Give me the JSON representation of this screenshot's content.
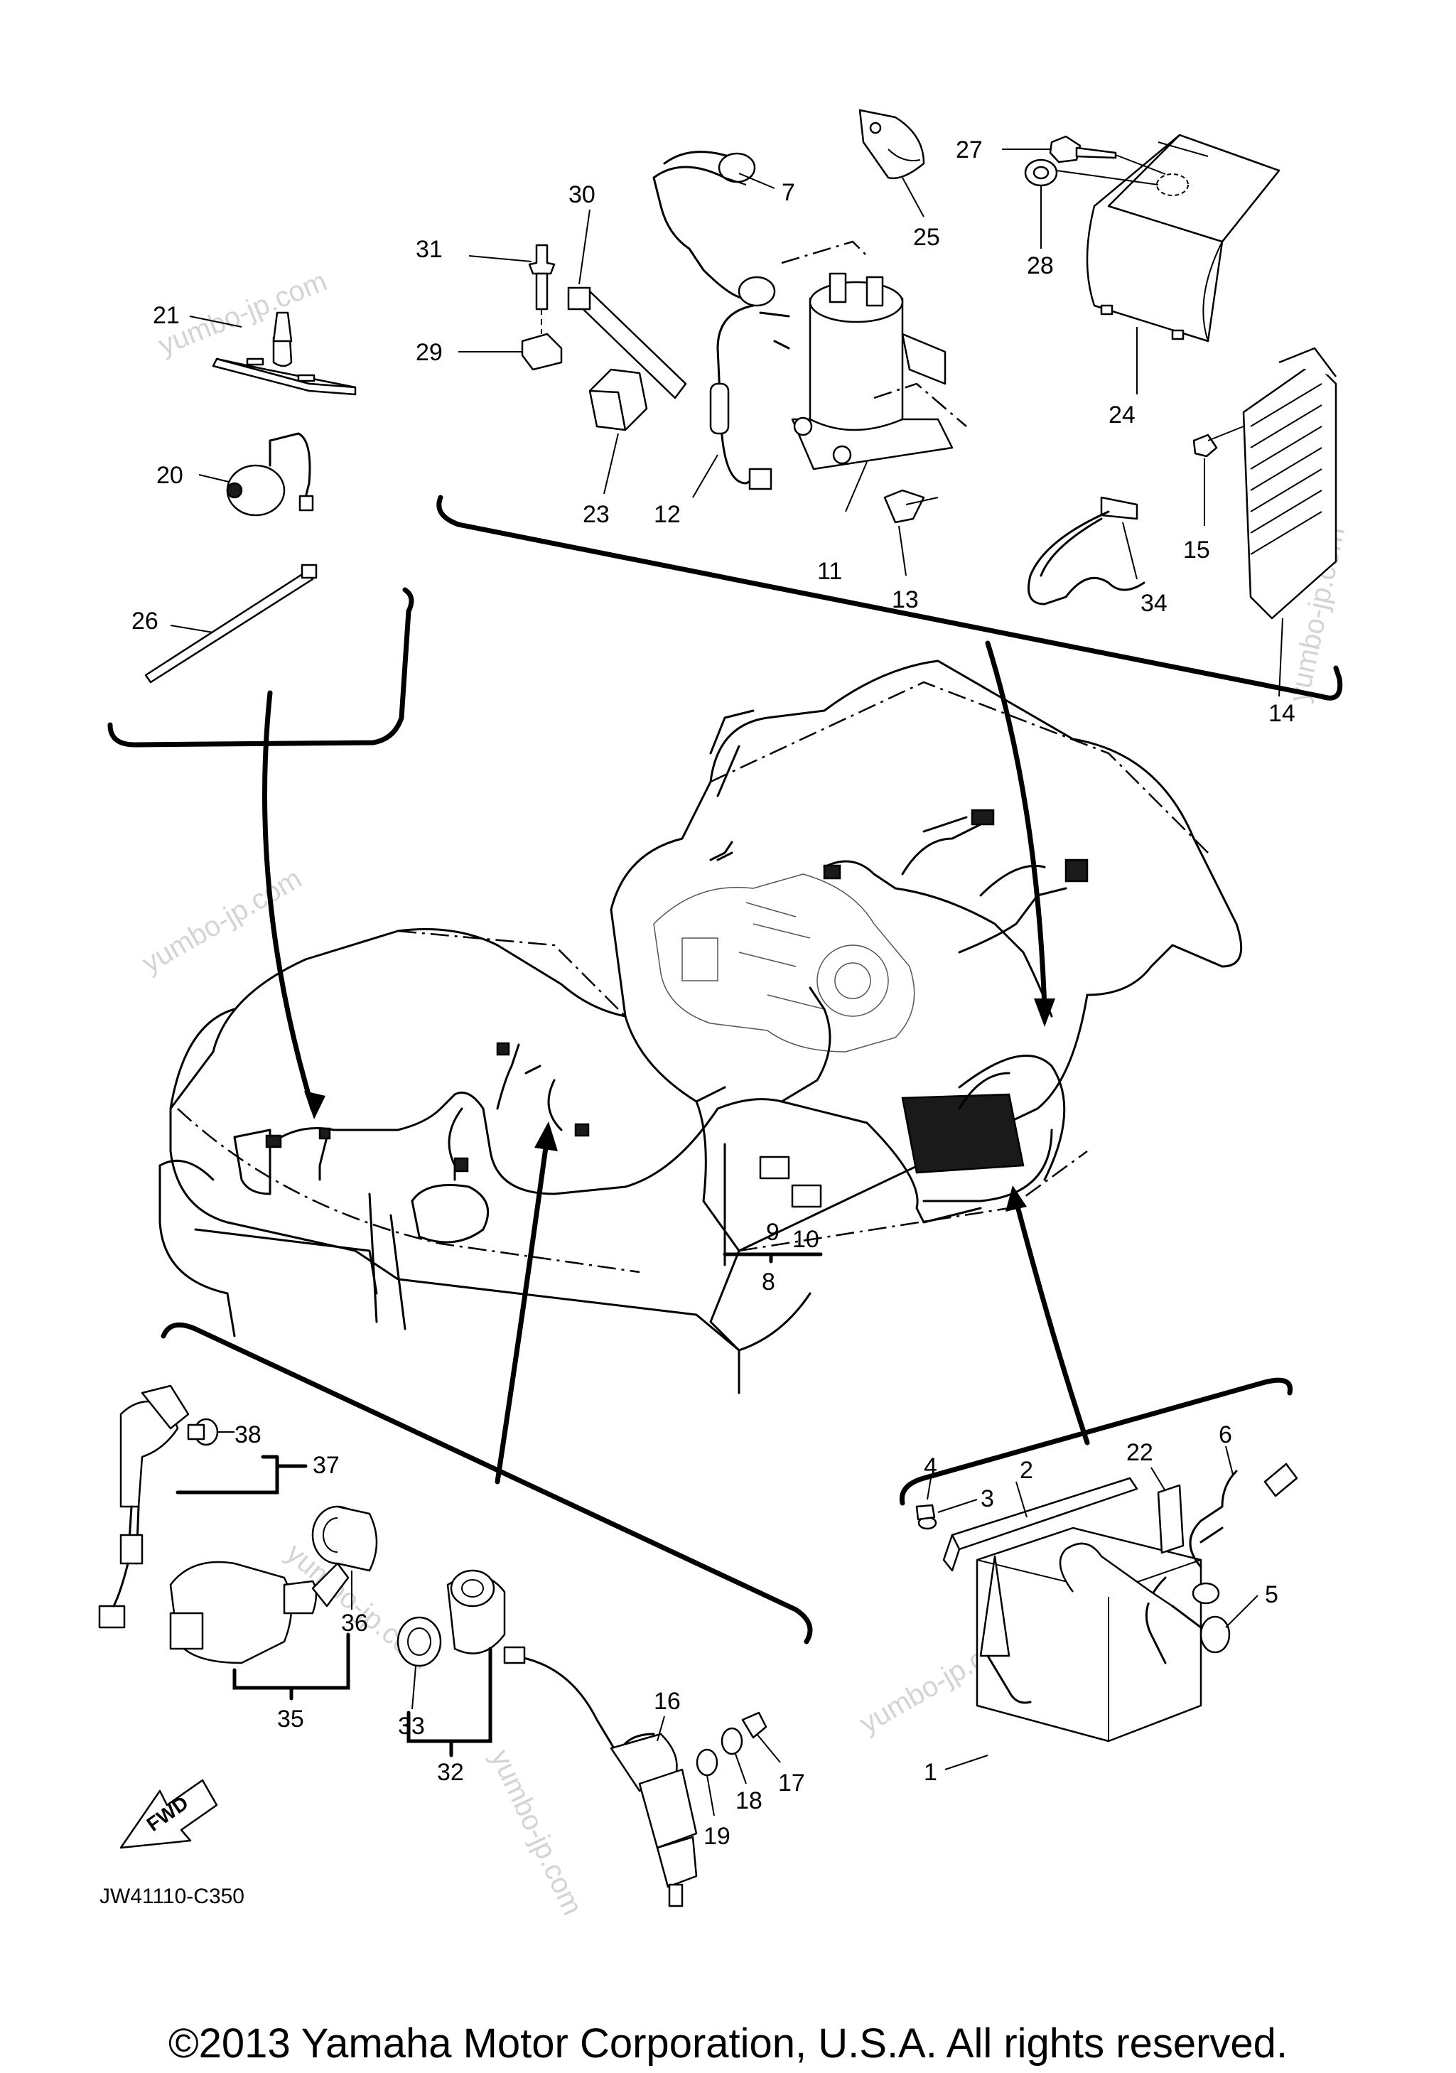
{
  "part_labels": [
    "1",
    "2",
    "3",
    "4",
    "5",
    "6",
    "7",
    "8",
    "9",
    "10",
    "11",
    "12",
    "13",
    "14",
    "15",
    "16",
    "17",
    "18",
    "19",
    "20",
    "21",
    "22",
    "23",
    "24",
    "25",
    "26",
    "27",
    "28",
    "29",
    "30",
    "31",
    "32",
    "33",
    "34",
    "35",
    "36",
    "37",
    "38"
  ],
  "fwd_label": "FWD",
  "diagram_code": "JW41110-C350",
  "watermark": "yumbo-jp.com",
  "copyright": "©2013 Yamaha Motor Corporation, U.S.A. All rights reserved."
}
